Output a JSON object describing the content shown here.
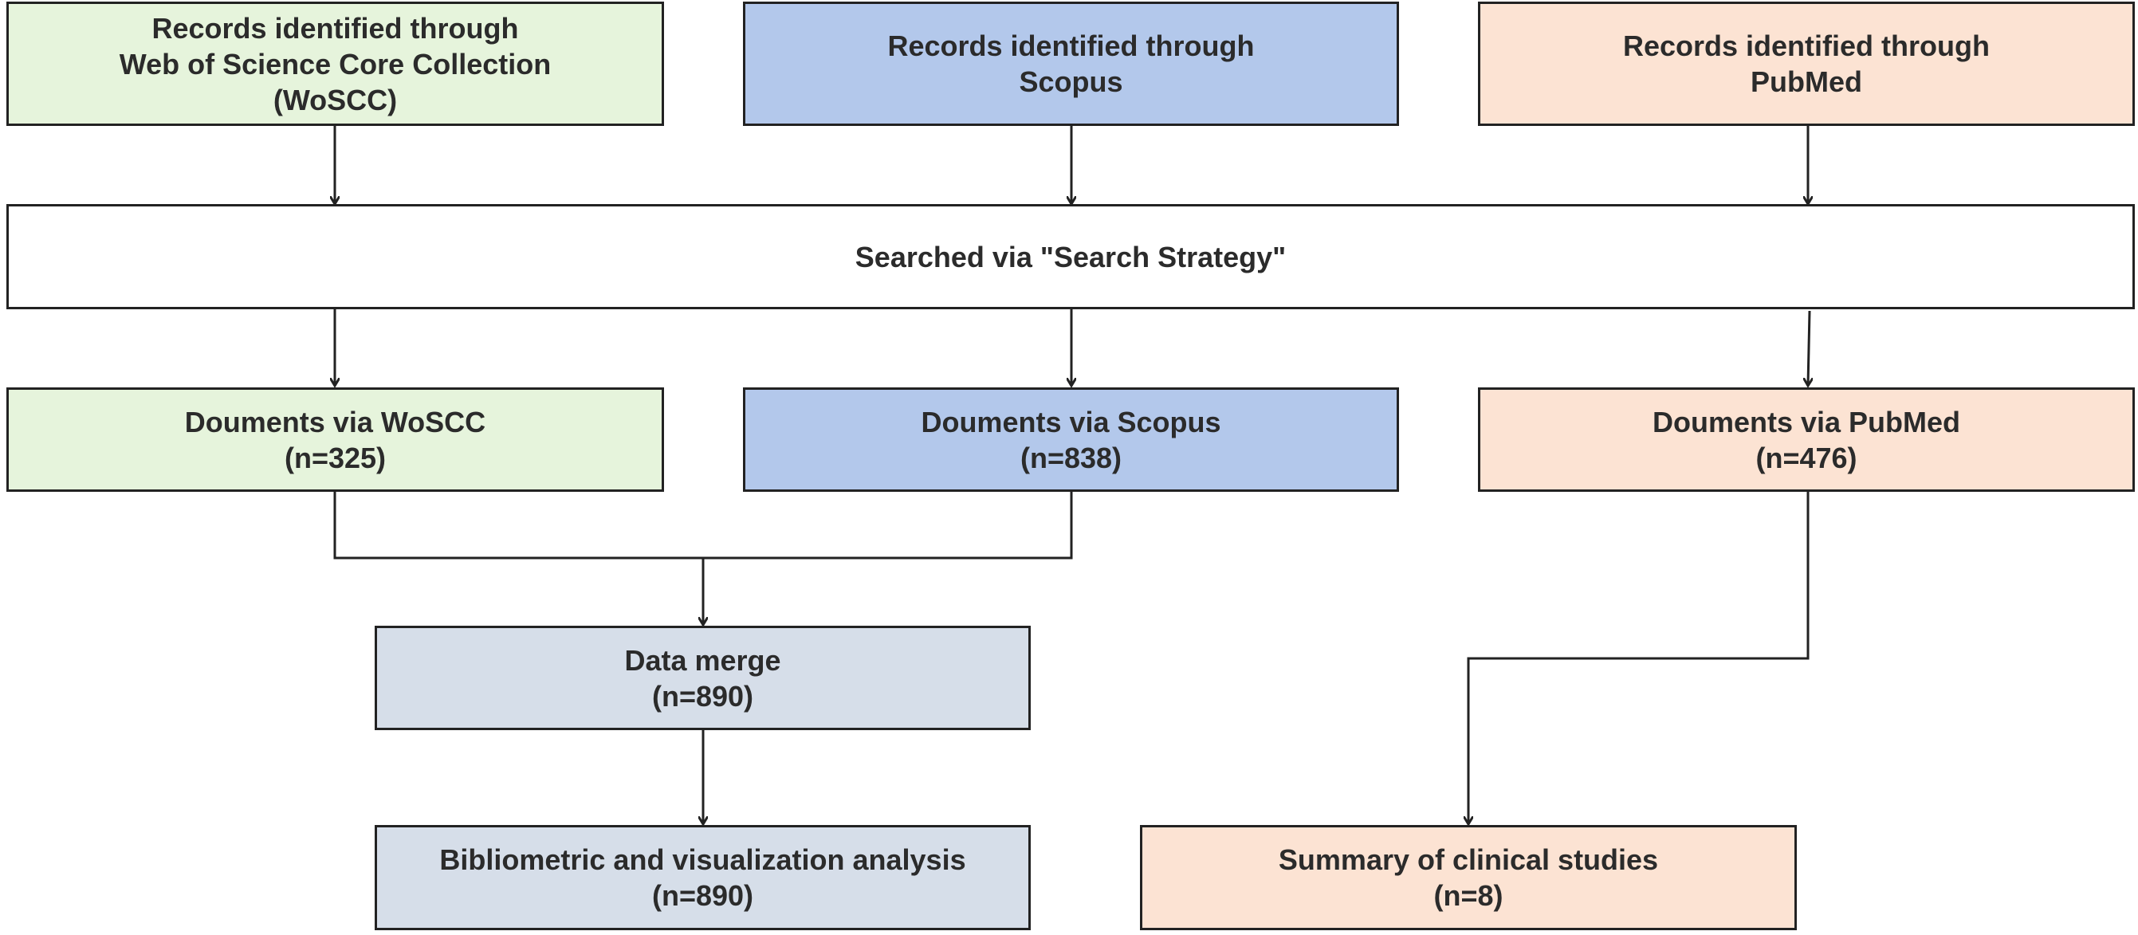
{
  "sources": {
    "woscc": {
      "lines": [
        "Records identified through",
        "Web of Science Core Collection",
        "(WoSCC)"
      ]
    },
    "scopus": {
      "lines": [
        "Records identified through",
        "Scopus"
      ]
    },
    "pubmed": {
      "lines": [
        "Records identified through",
        "PubMed"
      ]
    }
  },
  "search": {
    "label": "Searched via \"Search Strategy\""
  },
  "documents": {
    "woscc": {
      "title": "Douments via WoSCC",
      "count": "(n=325)"
    },
    "scopus": {
      "title": "Douments via Scopus",
      "count": "(n=838)"
    },
    "pubmed": {
      "title": "Douments via PubMed",
      "count": "(n=476)"
    }
  },
  "merge": {
    "title": "Data merge",
    "count": "(n=890)"
  },
  "analysis": {
    "title": "Bibliometric and visualization analysis",
    "count": "(n=890)"
  },
  "clinical": {
    "title": "Summary of clinical studies",
    "count": "(n=8)"
  },
  "colors": {
    "woscc": "#e6f4dc",
    "scopus": "#b3c8eb",
    "pubmed": "#fce3d3",
    "merge": "#d6dee9",
    "line": "#222222"
  }
}
